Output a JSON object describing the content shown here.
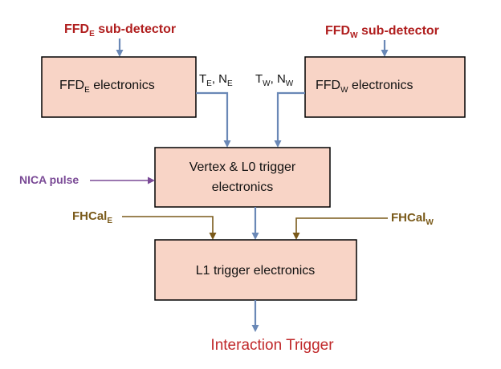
{
  "ffd_e_sub": {
    "main": "FFD",
    "sub": "E",
    "rest": " sub-detector"
  },
  "ffd_w_sub": {
    "main": "FFD",
    "sub": "W",
    "rest": " sub-detector"
  },
  "ffd_e_elec": {
    "main": "FFD",
    "sub": "E",
    "rest": " electronics"
  },
  "ffd_w_elec": {
    "main": "FFD",
    "sub": "W",
    "rest": " electronics"
  },
  "sig_e": {
    "t": "T",
    "t_sub": "E",
    "sep": ", N",
    "n_sub": "E"
  },
  "sig_w": {
    "t": "T",
    "t_sub": "W",
    "sep": ", N",
    "n_sub": "W"
  },
  "vertex": {
    "line1": "Vertex & L0 trigger",
    "line2": "electronics"
  },
  "nica": "NICA pulse",
  "fhcal_e": {
    "main": "FHCal",
    "sub": "E"
  },
  "fhcal_w": {
    "main": "FHCal",
    "sub": "W"
  },
  "l1": "L1 trigger electronics",
  "output": "Interaction Trigger",
  "colors": {
    "box_fill": "#f8d4c6",
    "data_arrow": "#6a88b6",
    "fhcal": "#7a5a1a",
    "nica": "#7a4a96",
    "title_red": "#b01e1e"
  }
}
